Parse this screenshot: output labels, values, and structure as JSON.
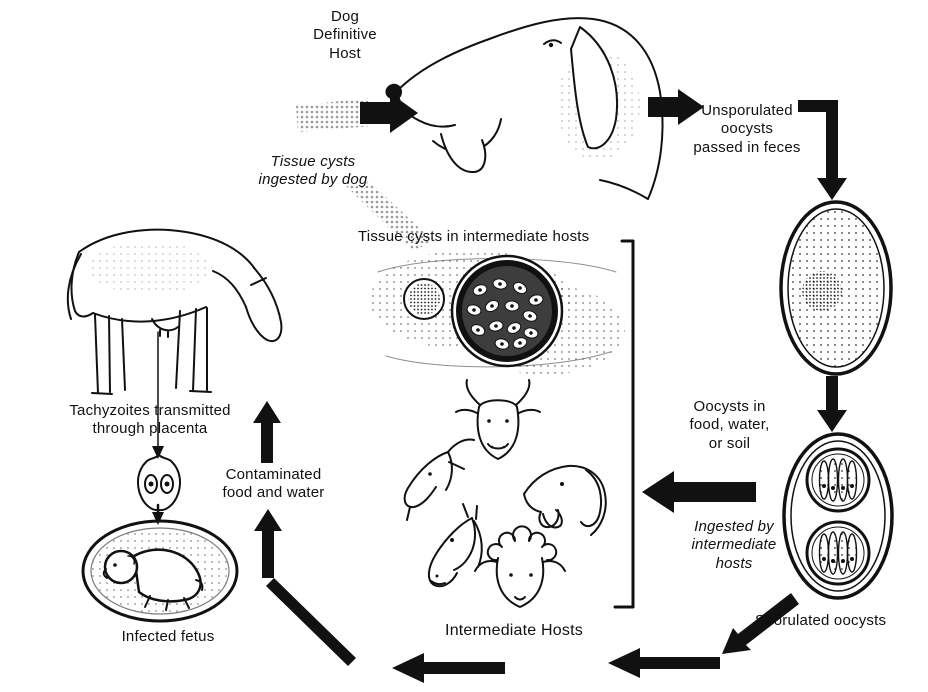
{
  "colors": {
    "ink": "#111111",
    "paper": "#ffffff",
    "stipple_gray": "#9a9a9a"
  },
  "labels": {
    "dog_definitive_host": "Dog\nDefinitive\nHost",
    "tissue_cysts_ingested_by_dog": "Tissue cysts\ningested by dog",
    "unsporulated_oocysts": "Unsporulated\noocysts\npassed in feces",
    "tissue_cysts_in_intermediate_hosts": "Tissue cysts in intermediate hosts",
    "oocysts_in_food_water_soil": "Oocysts in\nfood, water,\nor soil",
    "ingested_by_intermediate_hosts": "Ingested by\nintermediate\nhosts",
    "sporulated_oocysts": "Sporulated oocysts",
    "intermediate_hosts": "Intermediate Hosts",
    "tachyzoites_transmitted": "Tachyzoites transmitted\nthrough placenta",
    "contaminated_food_and_water": "Contaminated\nfood and water",
    "infected_fetus": "Infected fetus"
  },
  "figures": [
    "dog-head",
    "cow",
    "tissue-cyst-in-intermediate-host",
    "intermediate-host-heads",
    "unsporulated-oocyst",
    "sporulated-oocyst",
    "tachyzoite-stage",
    "infected-fetus"
  ]
}
